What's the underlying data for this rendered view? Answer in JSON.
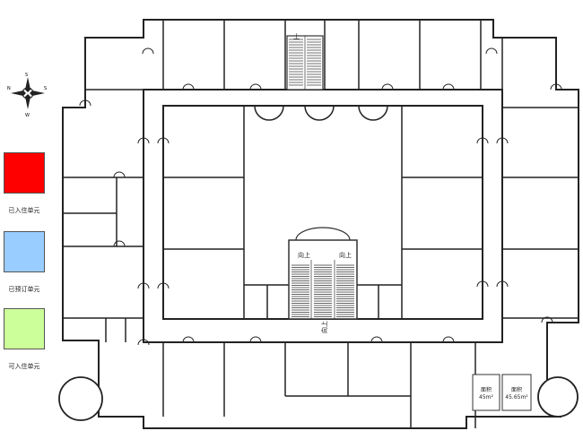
{
  "legend": {
    "items": [
      {
        "label": "已入住单元",
        "color": "#ff0000"
      },
      {
        "label": "已预订单元",
        "color": "#99ccff"
      },
      {
        "label": "可入住单元",
        "color": "#ccff99"
      }
    ]
  },
  "compass": {
    "n": "N",
    "s_top": "S",
    "s_right": "S",
    "w": "W"
  },
  "stairs": {
    "top_up": "上",
    "center_left": "向上",
    "center_right": "向上",
    "center_bottom": "向上"
  },
  "rooms": {
    "room_a": {
      "name": "面积",
      "area": "45m²"
    },
    "room_b": {
      "name": "面积",
      "area": "45.65m²"
    }
  },
  "colors": {
    "wall": "#222222",
    "stair": "#333333"
  }
}
